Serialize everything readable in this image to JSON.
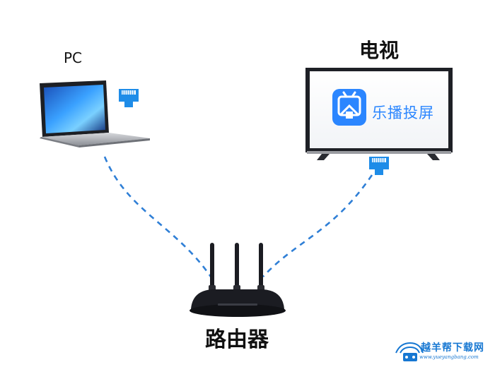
{
  "labels": {
    "pc": "PC",
    "tv": "电视",
    "router": "路由器"
  },
  "tv_screen": {
    "app_name": "乐播投屏"
  },
  "watermark": {
    "text": "越羊帮下载网",
    "url": "www.yueyangbang.com"
  },
  "colors": {
    "link_line": "#2f7fd6",
    "ethernet_port": "#1e8ce8",
    "router_body": "#1b1c22",
    "app_icon": "#2b86ff"
  },
  "icons": [
    "laptop-icon",
    "tv-icon",
    "router-icon",
    "ethernet-port-icon",
    "cast-app-icon"
  ]
}
